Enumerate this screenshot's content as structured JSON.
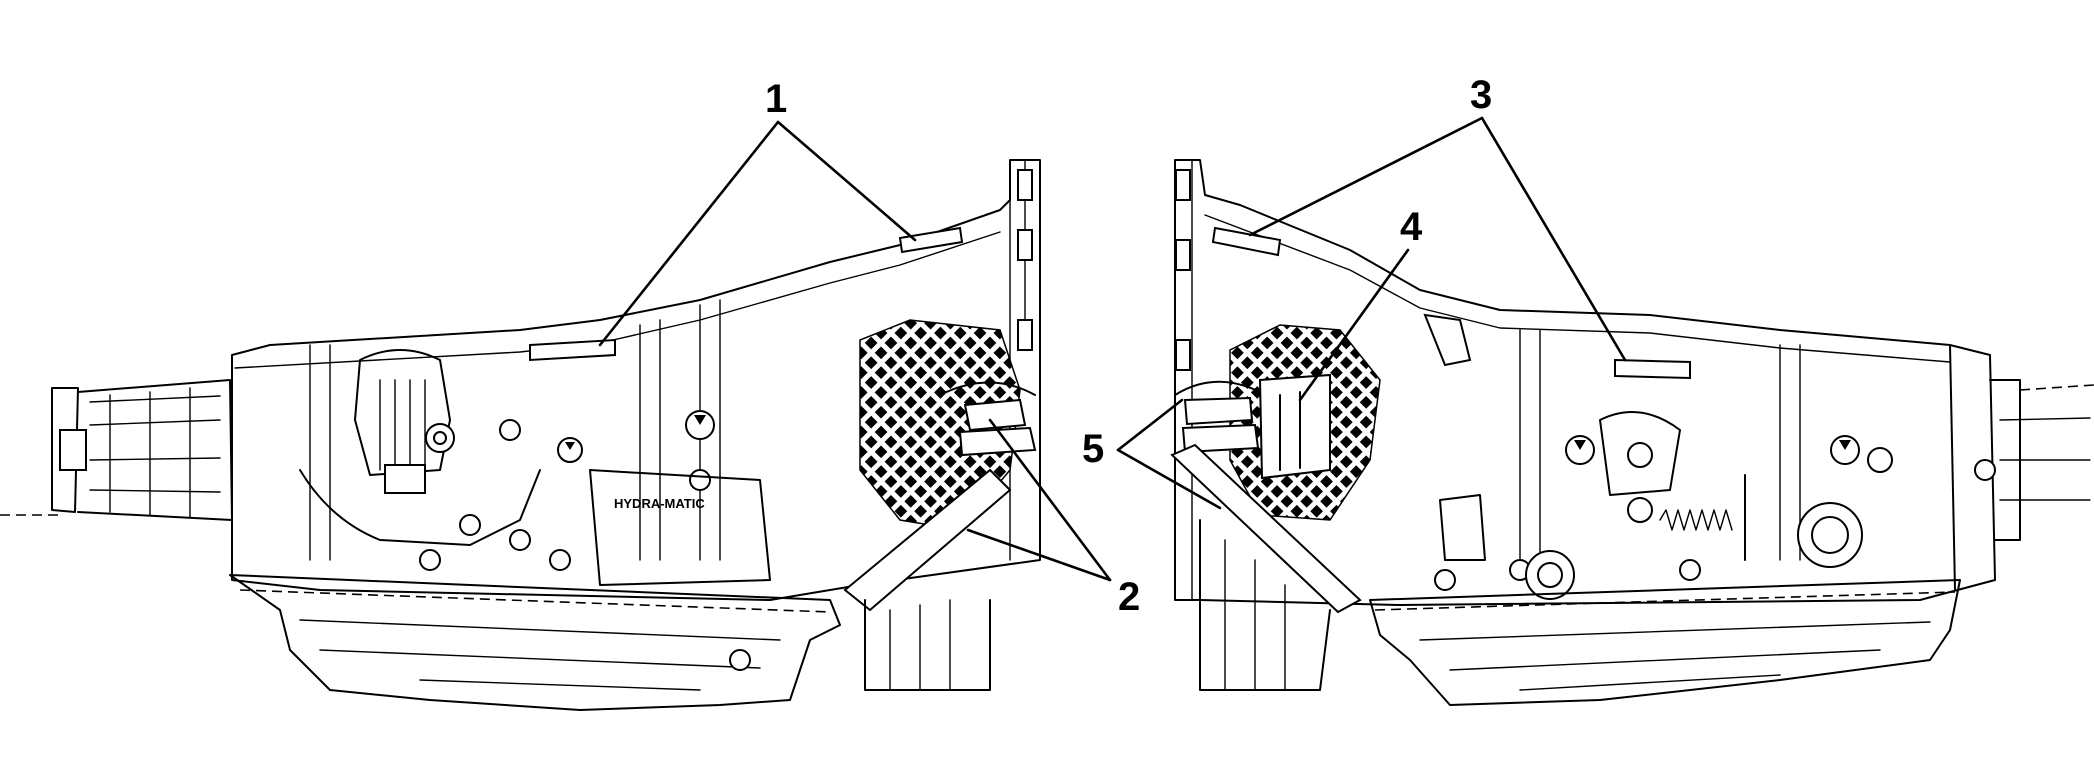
{
  "diagram": {
    "callouts": [
      {
        "id": "1",
        "label": "1"
      },
      {
        "id": "2",
        "label": "2"
      },
      {
        "id": "3",
        "label": "3"
      },
      {
        "id": "4",
        "label": "4"
      },
      {
        "id": "5",
        "label": "5"
      }
    ],
    "case_marking": "HYDRA-MATIC"
  }
}
